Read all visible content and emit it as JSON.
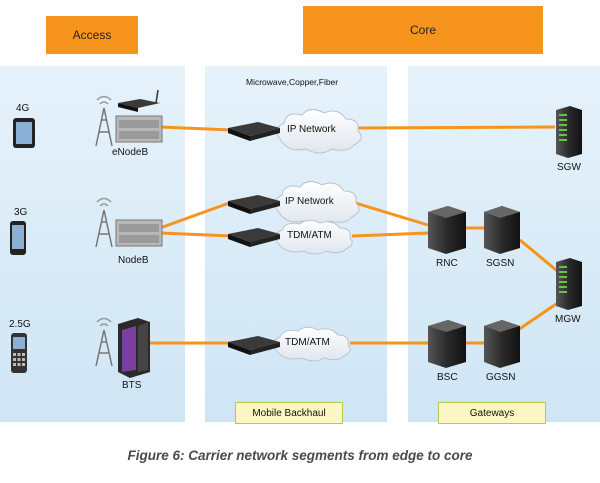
{
  "headers": {
    "access": "Access",
    "core": "Core"
  },
  "transport_label": "Microwave,Copper,Fiber",
  "devices": {
    "g4": "4G",
    "g3": "3G",
    "g25": "2.5G",
    "enodeb": "eNodeB",
    "nodeb": "NodeB",
    "bts": "BTS",
    "sgw": "SGW",
    "rnc": "RNC",
    "sgsn": "SGSN",
    "mgw": "MGW",
    "bsc": "BSC",
    "ggsn": "GGSN"
  },
  "clouds": {
    "ip1": "IP Network",
    "ip2": "IP Network",
    "tdm1": "TDM/ATM",
    "tdm2": "TDM/ATM"
  },
  "segments": {
    "backhaul": "Mobile Backhaul",
    "gateways": "Gateways"
  },
  "caption": "Figure 6: Carrier network segments from edge to core",
  "colors": {
    "header": "#f7941e",
    "link": "#f7941e",
    "band": "#d8ebf7",
    "segment_fill": "#fbf6c4"
  }
}
